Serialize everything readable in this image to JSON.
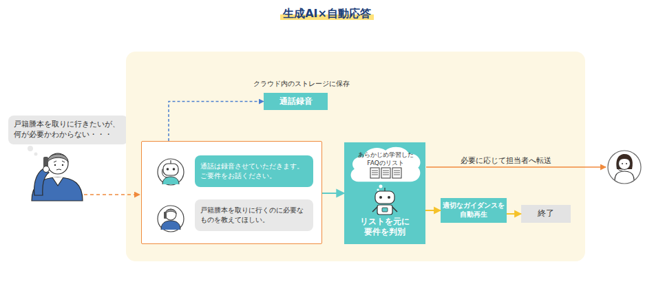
{
  "diagram": {
    "title": "生成AI×自動応答",
    "nodes": [
      {
        "text": [
          "戸籍謄本を取りに行きたいが、 何が必要かわからない・・・"
        ]
      },
      {
        "text": []
      },
      {
        "text": [
          "通話録音"
        ],
        "in": 1
      },
      {
        "text": [],
        "in": 1
      },
      {
        "text": [
          "通話は録音させていただきます。 ご要件をお話ください。"
        ],
        "in": 3
      },
      {
        "text": [
          "戸籍謄本を取りに行くのに必要な ものを教えてほしい。"
        ],
        "in": 3
      },
      {
        "text": [
          "リストを元に 要件を判別"
        ],
        "in": 1
      },
      {
        "text": [
          "あらかじめ学習した FAQのリスト"
        ],
        "in": 6
      },
      {
        "text": [
          "適切なガイダンスを 自動再生"
        ],
        "in": 1
      },
      {
        "text": [
          "終了"
        ],
        "in": 1
      }
    ],
    "edges": [
      {
        "from": 3,
        "to": 2,
        "arrow": "to"
      },
      {
        "from": 3,
        "to": 6,
        "arrow": "to"
      },
      {
        "from": 6,
        "to": 8,
        "arrow": "to"
      },
      {
        "from": 8,
        "to": 9,
        "arrow": "to"
      }
    ],
    "labels": [
      "クラウド内のストレージに保存",
      "必要に応じて担当者へ転送"
    ]
  }
}
